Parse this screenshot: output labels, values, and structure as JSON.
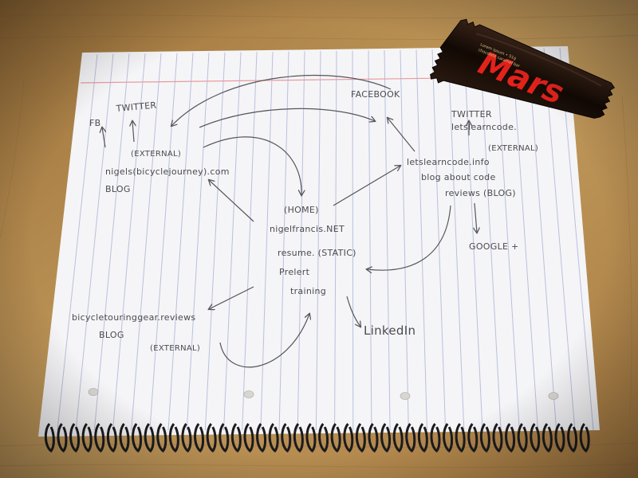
{
  "notes": {
    "twitter_left": "TWITTER",
    "fb": "FB",
    "facebook": "FACEBOOK",
    "twitter_right_1": "TWITTER",
    "twitter_right_2": "letslearncode.",
    "external_1": "(EXTERNAL)",
    "nigels_1": "nigels(bicyclejourney).com",
    "blog_1": "BLOG",
    "external_2": "(EXTERNAL)",
    "letslearn_1": "letslearncode.info",
    "letslearn_2": "blog about code",
    "letslearn_3": "reviews   (BLOG)",
    "home_1": "(HOME)",
    "home_2": "nigelfrancis.NET",
    "home_3": "resume.  (STATIC)",
    "home_4": "Prelert",
    "home_5": "training",
    "google_plus": "GOOGLE +",
    "bicycle_1": "bicycletouringgear.reviews",
    "blog_2": "BLOG",
    "external_3": "(EXTERNAL)",
    "linkedin": "LinkedIn"
  },
  "wrapper": {
    "brand": "Mars",
    "fine_print_1": "Lorem ipsum • 51g",
    "fine_print_2": "chocolate caramel bar"
  },
  "colors": {
    "desk": "#b58a4c",
    "paper": "#f5f5f7",
    "rule": "#b9c0dc",
    "margin": "#e99aa0",
    "wrapper": "#1a0f0a",
    "logo": "#e3221b",
    "coil": "#1b1b1f"
  }
}
